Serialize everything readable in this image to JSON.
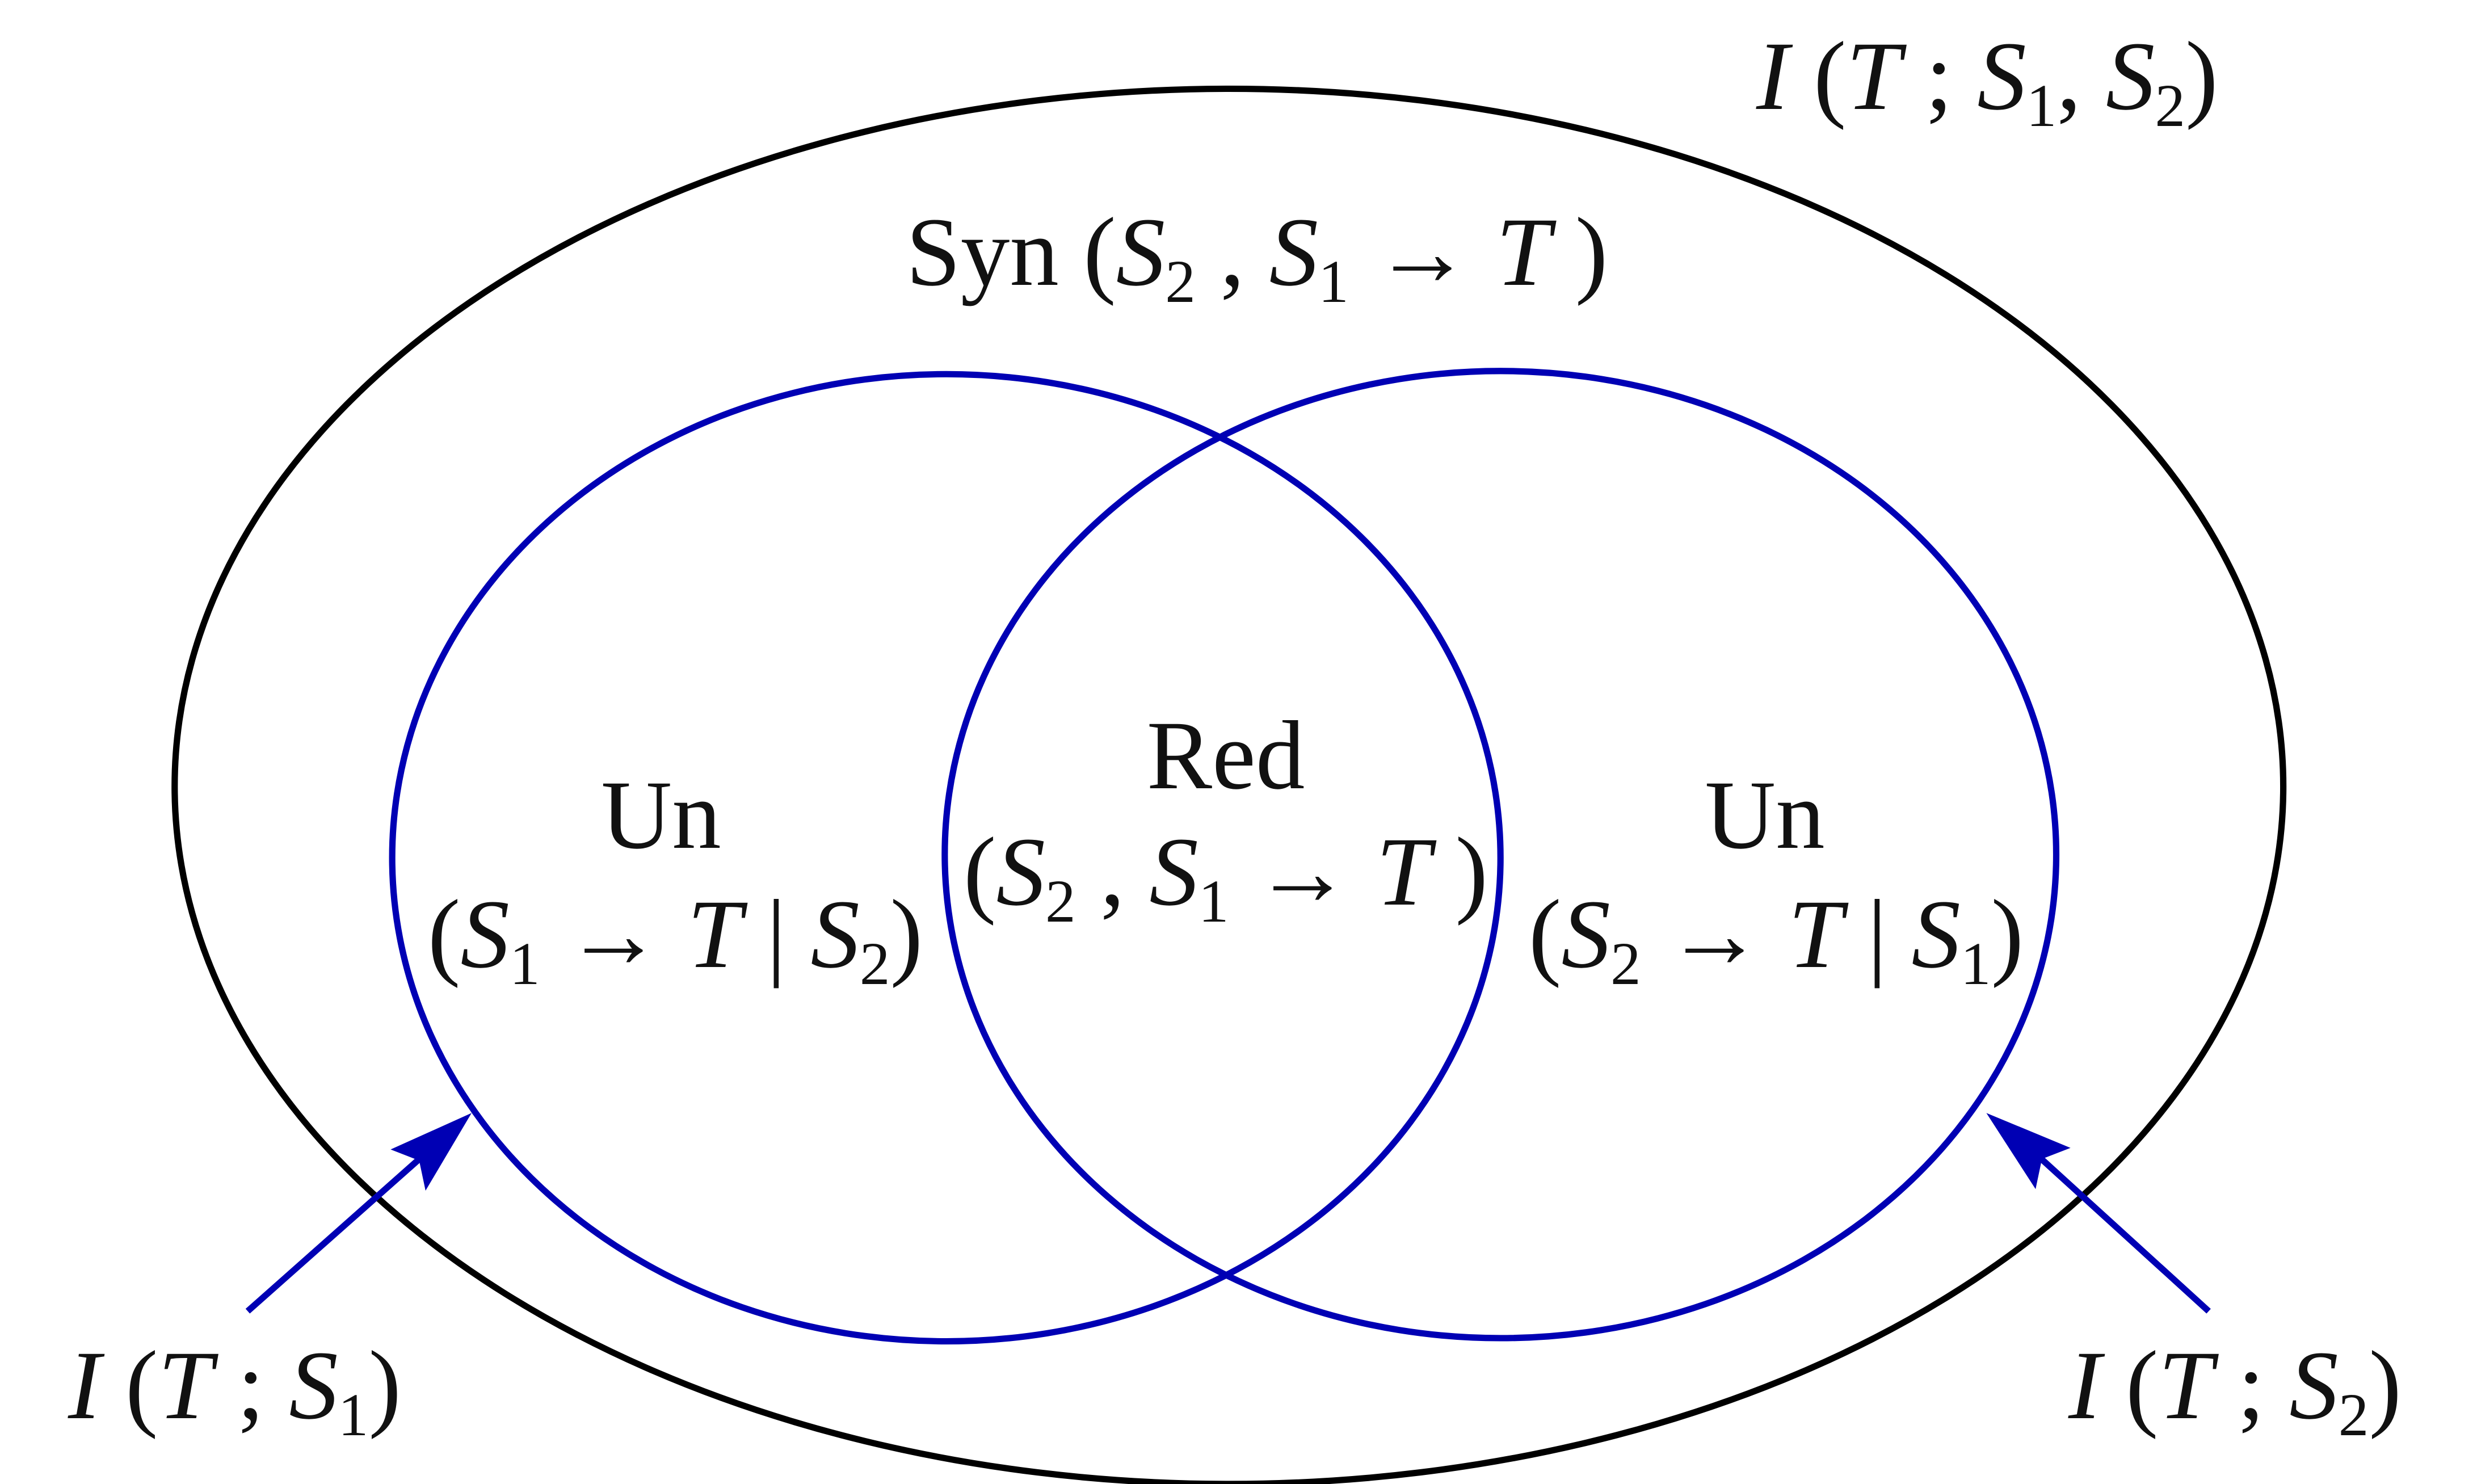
{
  "diagram": {
    "outer_label": {
      "I": "I",
      "open": "(",
      "T": "T",
      "semi": ";",
      "S": "S",
      "sub1": "1",
      "comma": ",",
      "S2": "S",
      "sub2": "2",
      "close": ")"
    },
    "syn_label": {
      "word": "Syn",
      "open": "(",
      "S_a": "S",
      "sub_a": "2",
      "comma": ",",
      "S_b": "S",
      "sub_b": "1",
      "arrow": "→",
      "T": "T",
      "close": ")"
    },
    "red_label": {
      "word": "Red",
      "open": "(",
      "S_a": "S",
      "sub_a": "2",
      "comma": ",",
      "S_b": "S",
      "sub_b": "1",
      "arrow": "→",
      "T": "T",
      "close": ")"
    },
    "un_left_label": {
      "word": "Un",
      "open": "(",
      "S_a": "S",
      "sub_a": "1",
      "arrow": "→",
      "T": "T",
      "bar": "|",
      "S_b": "S",
      "sub_b": "2",
      "close": ")"
    },
    "un_right_label": {
      "word": "Un",
      "open": "(",
      "S_a": "S",
      "sub_a": "2",
      "arrow": "→",
      "T": "T",
      "bar": "|",
      "S_b": "S",
      "sub_b": "1",
      "close": ")"
    },
    "left_circle_label": {
      "I": "I",
      "open": "(",
      "T": "T",
      "semi": ";",
      "S": "S",
      "sub": "1",
      "close": ")"
    },
    "right_circle_label": {
      "I": "I",
      "open": "(",
      "T": "T",
      "semi": ";",
      "S": "S",
      "sub": "2",
      "close": ")"
    },
    "colors": {
      "outer_ellipse": "#000000",
      "inner_circles": "#0000b4",
      "arrows": "#0000b4",
      "text": "#111111"
    }
  }
}
